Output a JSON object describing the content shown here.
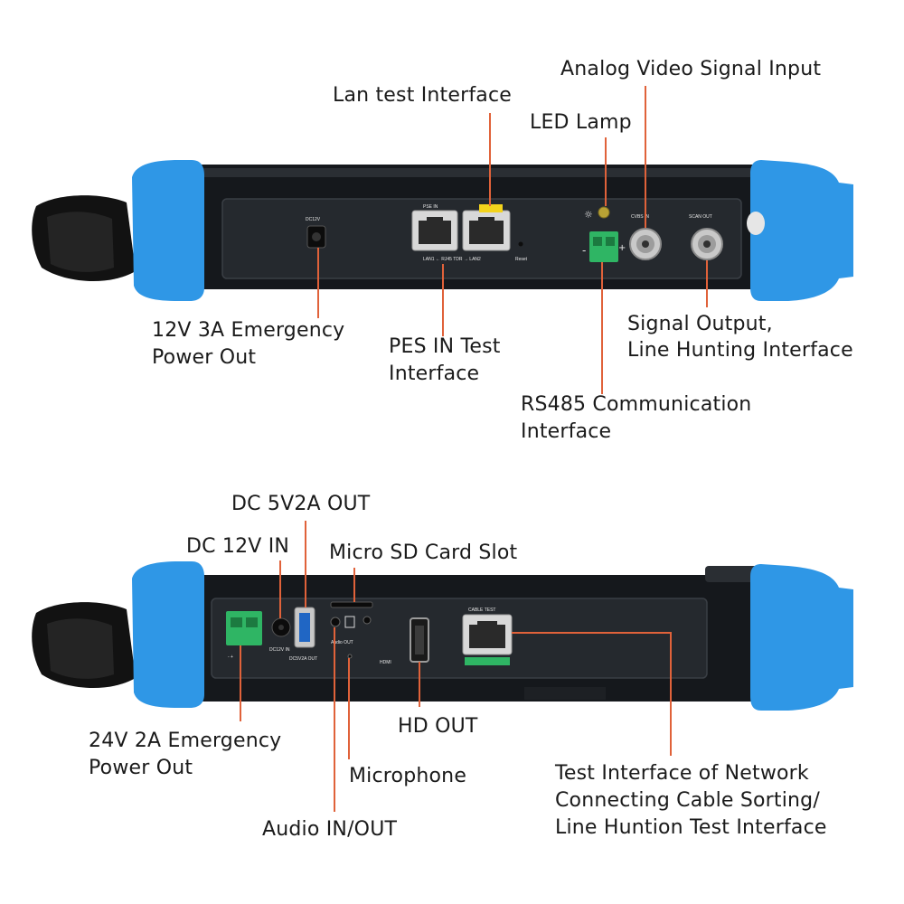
{
  "colors": {
    "accent_blue": "#2f97e6",
    "leader_line": "#e0623a",
    "device_body": "#15181c",
    "panel": "#25292e",
    "terminal_green": "#2fb564"
  },
  "top_device": {
    "labels": {
      "analog_video": "Analog Video Signal Input",
      "lan_test": "Lan test Interface",
      "led_lamp": "LED Lamp",
      "emergency_12v_line1": "12V 3A Emergency",
      "emergency_12v_line2": "Power Out",
      "pes_in_line1": "PES IN Test",
      "pes_in_line2": "Interface",
      "signal_output_line1": "Signal Output,",
      "signal_output_line2": "Line Hunting Interface",
      "rs485_line1": "RS485 Communication",
      "rs485_line2": "Interface"
    },
    "port_text": {
      "dc_out": "DC12V",
      "pse_in": "PSE IN",
      "lan_row": "LAN1 ← RJ45 TDR → LAN2",
      "reset": "Reset",
      "cvbs_in": "CVBS IN",
      "scan_out": "SCAN OUT"
    }
  },
  "bottom_device": {
    "labels": {
      "dc_5v2a_out": "DC 5V2A OUT",
      "dc_12v_in": "DC 12V IN",
      "micro_sd": "Micro SD Card Slot",
      "emergency_24v_line1": "24V 2A Emergency",
      "emergency_24v_line2": "Power Out",
      "hd_out": "HD OUT",
      "microphone": "Microphone",
      "audio_in_out": "Audio IN/OUT",
      "test_interface_line1": "Test Interface of Network",
      "test_interface_line2": "Connecting Cable Sorting/",
      "test_interface_line3": "Line Huntion Test Interface"
    },
    "port_text": {
      "dc_in": "DC12V IN",
      "usb_out": "DC5V2A OUT",
      "audio": "Audio OUT",
      "hdmi": "HDMI",
      "cable_test": "CABLE TEST"
    }
  }
}
